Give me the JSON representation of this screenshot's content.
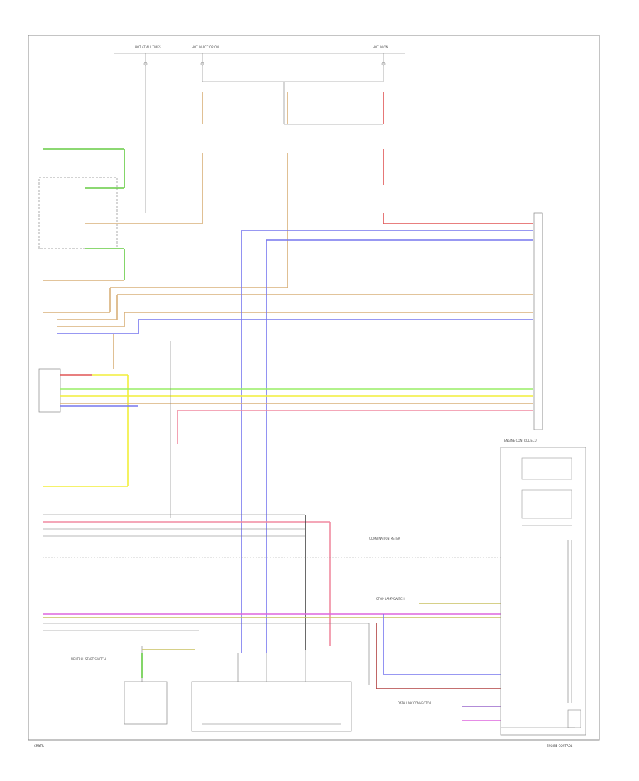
{
  "diagram": {
    "wire_colors": {
      "green": "#66cc44",
      "tan": "#d9b07a",
      "red": "#e05555",
      "pink": "#f08aa0",
      "blue": "#7777ee",
      "violet": "#9966cc",
      "yellow": "#f2ee3a",
      "light_green": "#99ee66",
      "gray": "#777777",
      "dark_gray": "#444444",
      "magenta": "#dd66dd",
      "olive": "#c8c060",
      "brown_red": "#b04040"
    },
    "footer_left": "CRNTR",
    "footer_right": "ENGINE CONTROL",
    "labels": {
      "top_a": "HOT AT ALL TIMES",
      "top_b": "HOT IN ACC OR ON",
      "top_c": "HOT IN ON",
      "ecu_title": "ENGINE CONTROL ECU",
      "neutral_sw": "NEUTRAL START SWITCH",
      "combination_meter": "COMBINATION METER",
      "data_link": "DATA LINK CONNECTOR",
      "stop_lamp": "STOP LAMP SWITCH"
    }
  }
}
